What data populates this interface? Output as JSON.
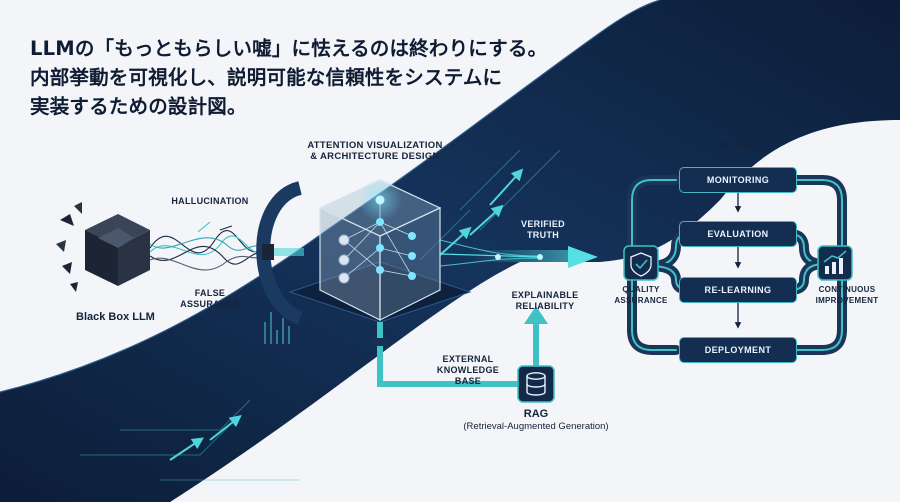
{
  "headline": {
    "line1": "LLMの「もっともらしい嘘」に怯えるのは終わりにする。",
    "line2": "内部挙動を可視化し、説明可能な信頼性をシステムに",
    "line3": "実装するための設計図。"
  },
  "left": {
    "hallucination": "HALLUCINATION",
    "false_assurance": [
      "FALSE",
      "ASSURANCE"
    ],
    "black_box": "Black Box LLM"
  },
  "center": {
    "title": [
      "ATTENTION VISUALIZATION",
      "& ARCHITECTURE DESIGN"
    ],
    "verified": [
      "VERIFIED",
      "TRUTH"
    ],
    "explainable": [
      "EXPLAINABLE",
      "RELIABILITY"
    ],
    "knowledge": [
      "EXTERNAL",
      "KNOWLEDGE",
      "BASE"
    ],
    "rag_title": "RAG",
    "rag_sub": "(Retrieval-Augmented Generation)"
  },
  "mlops": {
    "title": "MLOps",
    "boxes": [
      "MONITORING",
      "EVALUATION",
      "RE-LEARNING",
      "DEPLOYMENT"
    ],
    "quality": [
      "QUALITY",
      "ASSURANCE"
    ],
    "improvement": [
      "CONTINUOUS",
      "IMPROVEMENT"
    ]
  },
  "colors": {
    "navy": "#11284a",
    "teal": "#3fc2c4",
    "background": "#f3f5f8",
    "text": "#14223a"
  },
  "icons": [
    "black-box-cube-icon",
    "neural-cube-icon",
    "database-icon",
    "shield-check-icon",
    "growth-chart-icon"
  ]
}
